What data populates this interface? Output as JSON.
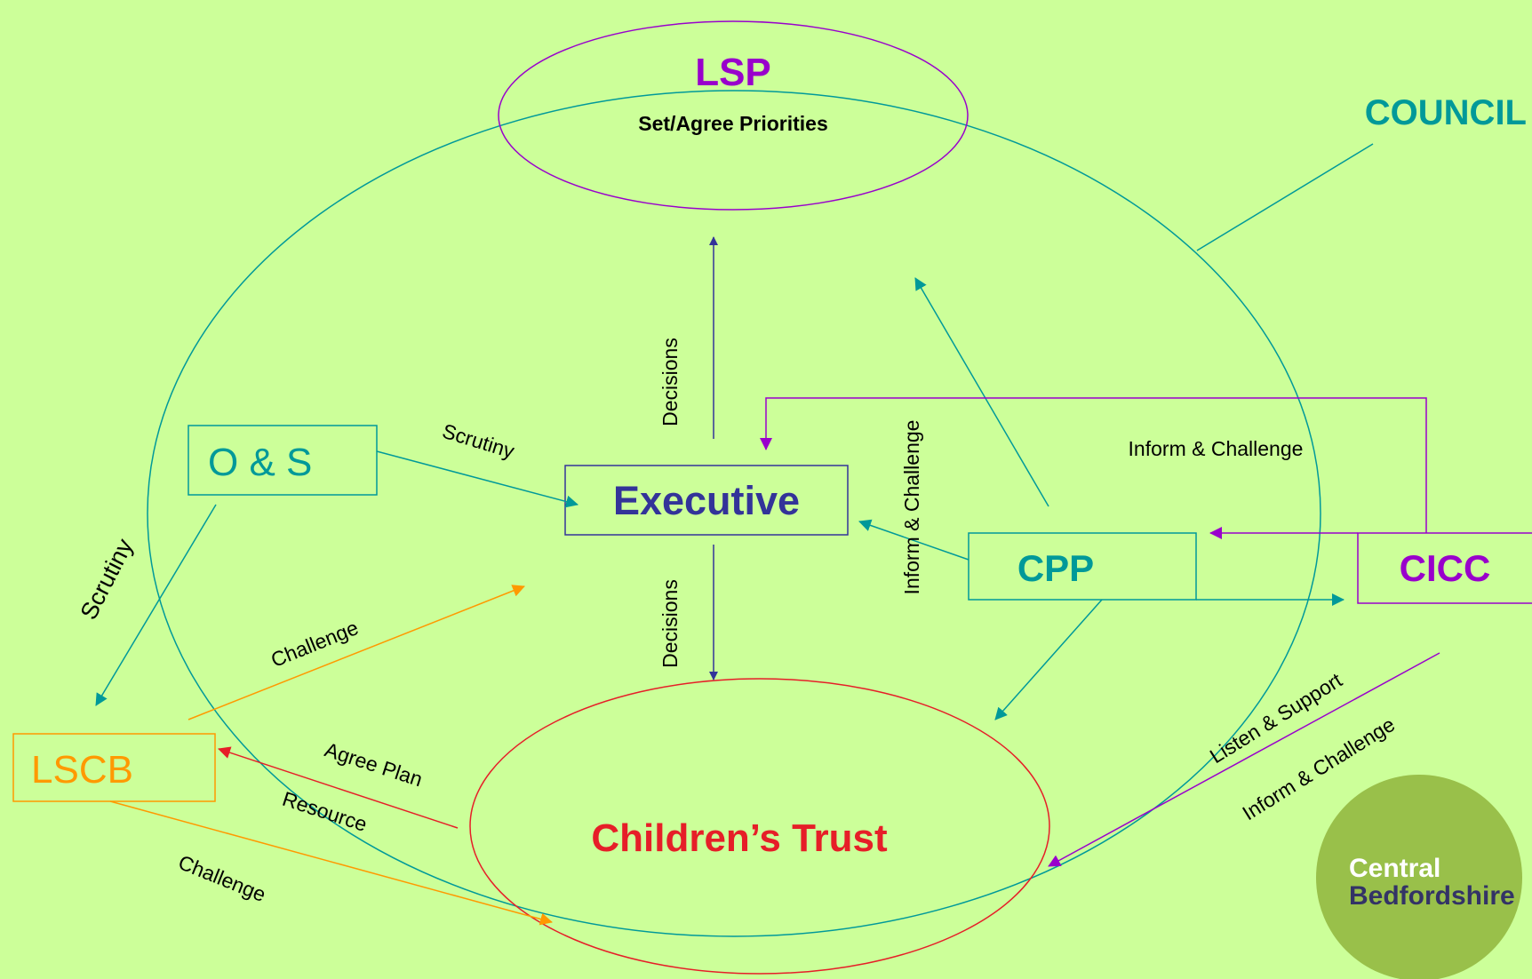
{
  "nodes": {
    "lsp": {
      "label": "LSP",
      "sublabel": "Set/Agree Priorities"
    },
    "council": {
      "label": "COUNCIL"
    },
    "executive": {
      "label": "Executive"
    },
    "os": {
      "label": "O & S"
    },
    "cpp": {
      "label": "CPP"
    },
    "cicc": {
      "label": "CICC"
    },
    "lscb": {
      "label": "LSCB"
    },
    "childrens_trust": {
      "label": "Children’s Trust"
    }
  },
  "edges": {
    "decisions_up": "Decisions",
    "decisions_down": "Decisions",
    "scrutiny_os_exec": "Scrutiny",
    "scrutiny_os_lscb": "Scrutiny",
    "inform_challenge_cpp_exec": "Inform & Challenge",
    "inform_challenge_cicc_exec": "Inform & Challenge",
    "challenge_lscb_exec": "Challenge",
    "agree_plan": "Agree Plan",
    "resource": "Resource",
    "challenge_lscb_trust": "Challenge",
    "listen_support": "Listen & Support",
    "inform_challenge_cicc_trust": "Inform & Challenge"
  },
  "logo": {
    "line1": "Central",
    "line2": "Bedfordshire"
  },
  "colors": {
    "background": "#ccff99",
    "council_teal": "#009999",
    "lsp_purple": "#9900cc",
    "executive_navy": "#333399",
    "trust_red": "#e61e28",
    "lscb_orange": "#ff9900",
    "logo_green": "#99c04a"
  }
}
